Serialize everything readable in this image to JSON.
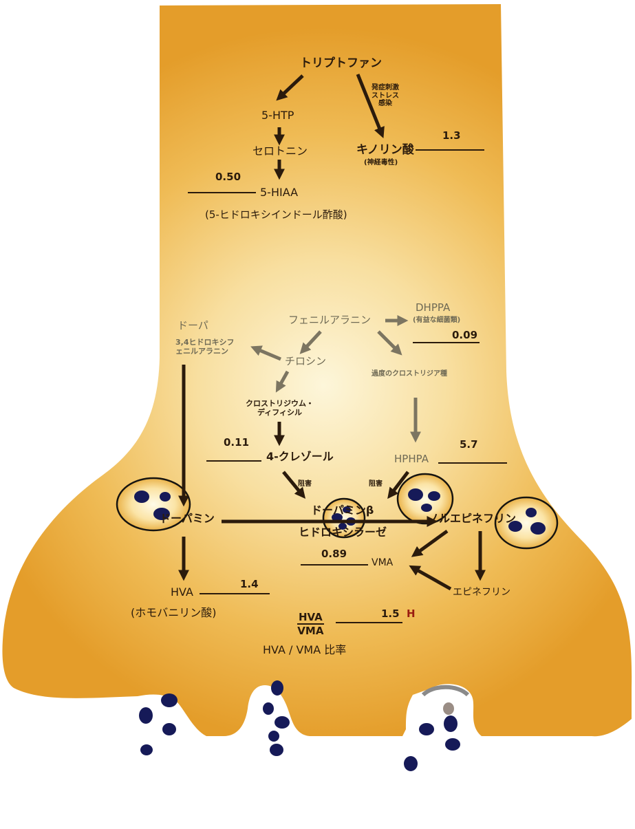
{
  "tryptophan_pathway": {
    "tryptophan": "トリプトファン",
    "five_htp": "5-HTP",
    "serotonin": "セロトニン",
    "five_hiaa": "5-HIAA",
    "five_hiaa_full": "(5-ヒドロキシインドール酢酸)",
    "five_hiaa_value": "0.50",
    "trigger_note": [
      "発症刺激",
      "ストレス",
      "感染"
    ],
    "quinolinic_acid": "キノリン酸",
    "quinolinic_note": "(神経毒性)",
    "quinolinic_value": "1.3"
  },
  "phenylalanine_pathway": {
    "phenylalanine": "フェニルアラニン",
    "dhppa": "DHPPA",
    "dhppa_note": "(有益な細菌類)",
    "dhppa_value": "0.09",
    "tyrosine": "チロシン",
    "clostridia_overgrowth": "過度のクロストリジア種",
    "dopa": "ドーパ",
    "dopa_full_1": "3,4ヒドロキシフ",
    "dopa_full_2": "ェニルアラニン",
    "c_difficile_1": "クロストリジウム・",
    "c_difficile_2": "ディフィシル",
    "cresol": "4-クレゾール",
    "cresol_value": "0.11",
    "hphpa": "HPHPA",
    "hphpa_value": "5.7",
    "inhibit_left": "阻害",
    "inhibit_right": "阻害"
  },
  "catecholamine_pathway": {
    "dopamine": "ドーパミン",
    "enzyme_1": "ドーパミンβ",
    "enzyme_2": "ヒドロキシラーゼ",
    "norepinephrine": "ノルエピネフリン",
    "epinephrine": "エピネフリン",
    "vma": "VMA",
    "vma_value": "0.89",
    "hva": "HVA",
    "hva_value": "1.4",
    "hva_full": "(ホモバニリン酸)",
    "ratio_numerator": "HVA",
    "ratio_denominator": "VMA",
    "ratio_value": "1.5",
    "ratio_flag": "H",
    "ratio_label": "HVA / VMA 比率"
  },
  "colors": {
    "neuron_fill": "#e9a830",
    "neuron_center": "#fdf4d2",
    "vesicle_dots": "#161a58",
    "dark_arrow": "#2b1b0c",
    "gray_arrow": "#7c7561",
    "flag_red": "#9a1c10"
  }
}
